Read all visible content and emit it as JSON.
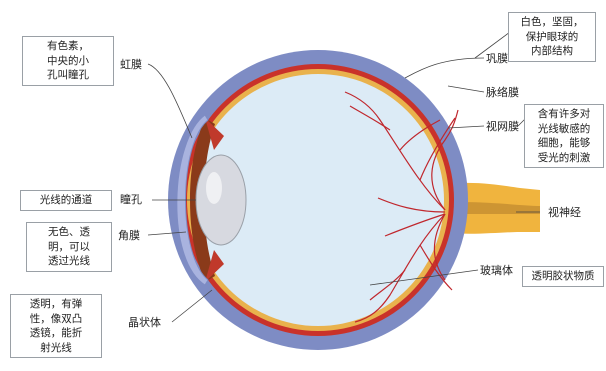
{
  "colors": {
    "sclera": "#7e8cc4",
    "choroid": "#c9322a",
    "retina": "#e9b24d",
    "vitreous": "#dcebf6",
    "nerve": "#f0b43e",
    "lens": "#d7d9e0",
    "vessel": "#c0272d"
  },
  "labels": {
    "iris": "虹膜",
    "pupil": "瞳孔",
    "cornea": "角膜",
    "lens": "晶状体",
    "sclera": "巩膜",
    "choroid": "脉络膜",
    "retina": "视网膜",
    "optic_nerve": "视神经",
    "vitreous": "玻璃体"
  },
  "notes": {
    "iris": [
      "有色素，",
      "中央的小",
      "孔叫瞳孔"
    ],
    "pupil": [
      "光线的通道"
    ],
    "cornea": [
      "无色、透",
      "明，可以",
      "透过光线"
    ],
    "lens": [
      "透明，有弹",
      "性，像双凸",
      "透镜，能折",
      "射光线"
    ],
    "sclera": [
      "白色，坚固，",
      "保护眼球的",
      "内部结构"
    ],
    "retina": [
      "含有许多对",
      "光线敏感的",
      "细胞，能够",
      "受光的刺激"
    ],
    "vitreous": [
      "透明胶状物质"
    ]
  }
}
